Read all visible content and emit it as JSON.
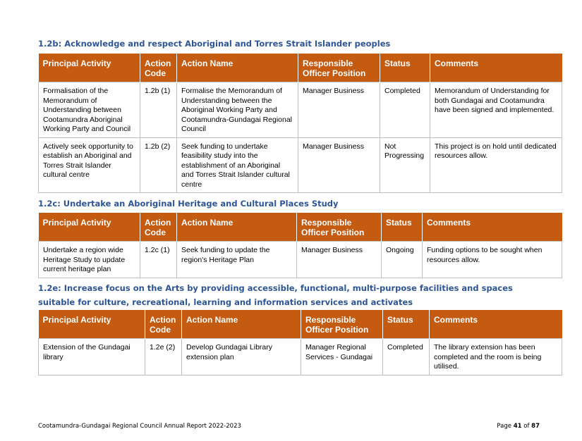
{
  "sections": [
    {
      "heading": "1.2b: Acknowledge and respect Aboriginal and Torres Strait Islander peoples",
      "headers": [
        "Principal Activity",
        "Action Code",
        "Action Name",
        "Responsible Officer Position",
        "Status",
        "Comments"
      ],
      "rows": [
        [
          "Formalisation of the Memorandum of Understanding between Cootamundra Aboriginal Working Party and Council",
          "1.2b (1)",
          "Formalise the Memorandum of Understanding between the Aboriginal Working Party and Cootamundra-Gundagai Regional Council",
          "Manager Business",
          "Completed",
          "Memorandum of Understanding for both Gundagai and Cootamundra have been signed and implemented."
        ],
        [
          "Actively seek opportunity to establish an Aboriginal and Torres Strait Islander cultural centre",
          "1.2b (2)",
          "Seek funding to undertake feasibility study into the establishment of an Aboriginal and Torres Strait Islander cultural centre",
          "Manager Business",
          "Not Progressing",
          "This project is on hold until dedicated resources allow."
        ]
      ]
    },
    {
      "heading": "1.2c: Undertake an Aboriginal Heritage and Cultural Places Study",
      "headers": [
        "Principal Activity",
        "Action Code",
        "Action Name",
        "Responsible Officer Position",
        "Status",
        "Comments"
      ],
      "rows": [
        [
          "Undertake a region wide Heritage Study to update current heritage plan",
          "1.2c (1)",
          "Seek funding to update the region's Heritage Plan",
          "Manager Business",
          "Ongoing",
          "Funding options to be sought when resources allow."
        ]
      ]
    },
    {
      "heading": "1.2e: Increase focus on the Arts by providing accessible, functional, multi-purpose facilities and spaces suitable for culture, recreational, learning and information services and activates",
      "headers": [
        "Principal Activity",
        "Action Code",
        "Action Name",
        "Responsible Officer Position",
        "Status",
        "Comments"
      ],
      "rows": [
        [
          "Extension of the Gundagai library",
          "1.2e (2)",
          "Develop Gundagai Library extension plan",
          "Manager Regional Services - Gundagai",
          "Completed",
          "The library extension has been completed and the room is being utilised."
        ]
      ]
    }
  ],
  "footer": {
    "left": "Cootamundra-Gundagai Regional Council Annual Report 2022-2023",
    "page_prefix": "Page ",
    "page_number": "41",
    "page_mid": " of ",
    "page_total": "87"
  }
}
